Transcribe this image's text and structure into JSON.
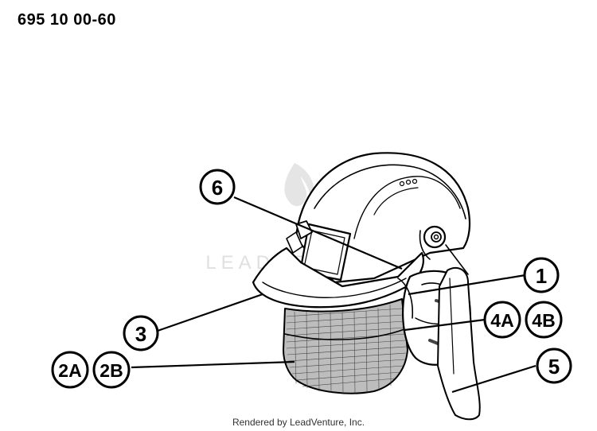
{
  "header": {
    "part_number": "695 10 00-60"
  },
  "callouts": [
    {
      "id": "6",
      "label": "6"
    },
    {
      "id": "1",
      "label": "1"
    },
    {
      "id": "3",
      "label": "3"
    },
    {
      "id": "4A",
      "label": "4A"
    },
    {
      "id": "4B",
      "label": "4B"
    },
    {
      "id": "2A",
      "label": "2A"
    },
    {
      "id": "2B",
      "label": "2B"
    },
    {
      "id": "5",
      "label": "5"
    }
  ],
  "watermark": {
    "text": "LEADVENTURE"
  },
  "footer": {
    "credit": "Rendered by LeadVenture, Inc."
  },
  "colors": {
    "ink": "#000000",
    "watermark": "#d9d9d9",
    "background": "#ffffff"
  }
}
